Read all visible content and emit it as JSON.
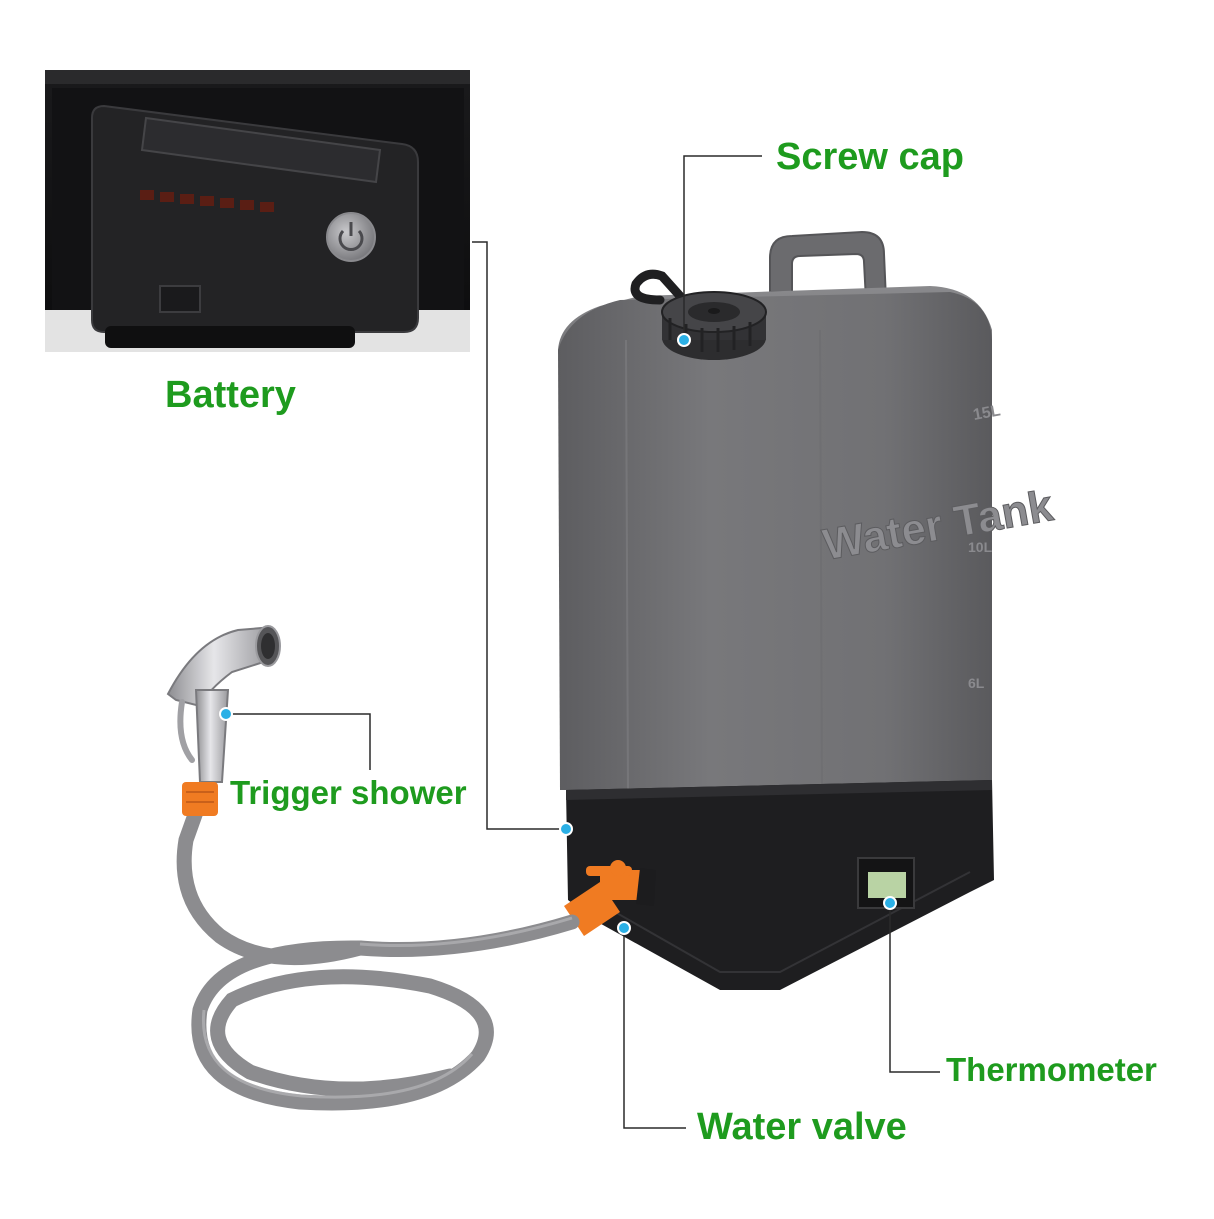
{
  "colors": {
    "label_green": "#1e9b1e",
    "leader_line": "#2a2a2a",
    "marker_dot": "#2bb0e6",
    "tank_gray": "#6e6e71",
    "base_black": "#1c1c1e",
    "accent_orange": "#f07b22",
    "hose_gray": "#8c8c8f",
    "lcd_green": "#b9d3a4"
  },
  "labels": {
    "screw_cap": "Screw cap",
    "battery": "Battery",
    "trigger_shower": "Trigger shower",
    "thermometer": "Thermometer",
    "water_valve": "Water valve"
  },
  "tank_markings": {
    "embossed_title": "Water Tank",
    "capacity_mark": "15L",
    "level_mark_upper": "10L",
    "level_mark_lower": "6L"
  },
  "icons": {
    "battery_button": "power-icon",
    "marker": "dot-marker-icon"
  }
}
